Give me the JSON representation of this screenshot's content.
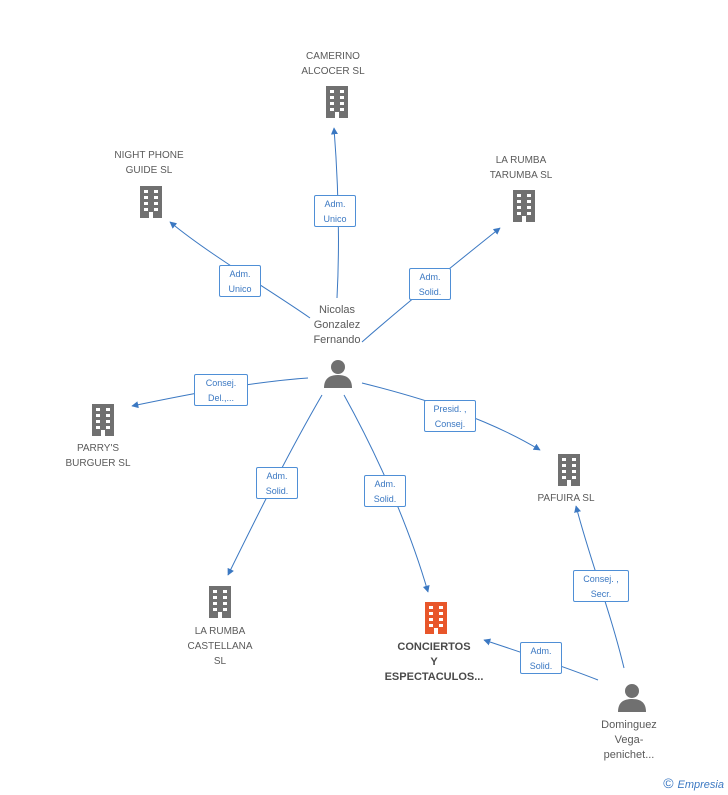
{
  "colors": {
    "edge": "#3b78c2",
    "building": "#707070",
    "building_main": "#e8562a",
    "person": "#707070"
  },
  "companies": [
    {
      "id": "camerino",
      "name": "CAMERINO\nALCOCER SL"
    },
    {
      "id": "nightphone",
      "name": "NIGHT PHONE\nGUIDE SL"
    },
    {
      "id": "larumbatarumba",
      "name": "LA RUMBA\nTARUMBA SL"
    },
    {
      "id": "parrys",
      "name": "PARRY'S\nBURGUER SL"
    },
    {
      "id": "pafuira",
      "name": "PAFUIRA SL"
    },
    {
      "id": "larumbacastellana",
      "name": "LA RUMBA\nCASTELLANA\nSL"
    },
    {
      "id": "conciertos",
      "name": "CONCIERTOS\nY\nESPECTACULOS..."
    }
  ],
  "people": [
    {
      "id": "nicolas",
      "name": "Nicolas\nGonzalez\nFernando"
    },
    {
      "id": "dominguez",
      "name": "Dominguez\nVega-\npenichet..."
    }
  ],
  "relations": [
    {
      "id": "r1",
      "label": "Adm.\nUnico"
    },
    {
      "id": "r2",
      "label": "Adm.\nUnico"
    },
    {
      "id": "r3",
      "label": "Adm.\nSolid."
    },
    {
      "id": "r4",
      "label": "Consej.\nDel.,..."
    },
    {
      "id": "r5",
      "label": "Presid. ,\nConsej."
    },
    {
      "id": "r6",
      "label": "Adm.\nSolid."
    },
    {
      "id": "r7",
      "label": "Adm.\nSolid."
    },
    {
      "id": "r8",
      "label": "Consej. ,\nSecr."
    },
    {
      "id": "r9",
      "label": "Adm.\nSolid."
    }
  ],
  "footer": {
    "copyright": "©",
    "brand": "Empresia"
  }
}
